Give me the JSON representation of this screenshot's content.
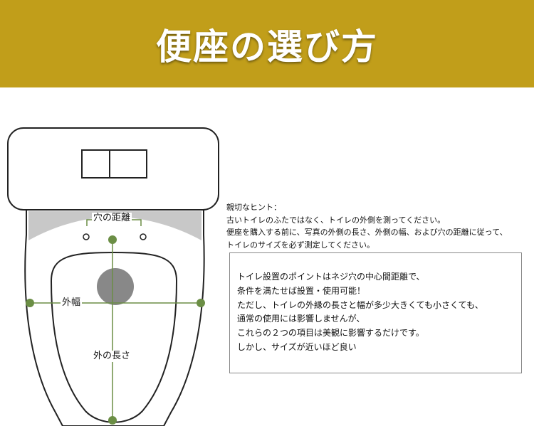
{
  "banner": {
    "title": "便座の選び方"
  },
  "diagram": {
    "label_hole_distance": "穴の距離",
    "label_outer_width": "外幅",
    "label_outer_length": "外の長さ"
  },
  "hint": {
    "lines": [
      "親切なヒント：",
      "古いトイレのふたではなく、トイレの外側を測ってください。",
      "便座を購入する前に、写真の外側の長さ、外側の幅、および穴の距離に従って、",
      "トイレのサイズを必ず測定してください。"
    ]
  },
  "note": {
    "lines": [
      "トイレ設置のポイントはネジ穴の中心間距離で、",
      "条件を満たせば設置・使用可能！",
      "ただし、トイレの外縁の長さと幅が多少大きくても小さくても、",
      "通常の使用には影響しませんが、",
      "これらの２つの項目は美観に影響するだけです。",
      "しかし、サイズが近いほど良い"
    ]
  },
  "colors": {
    "banner": "#c19e1a",
    "measure_line": "#6b8e45",
    "hole_circle": "#888888"
  }
}
